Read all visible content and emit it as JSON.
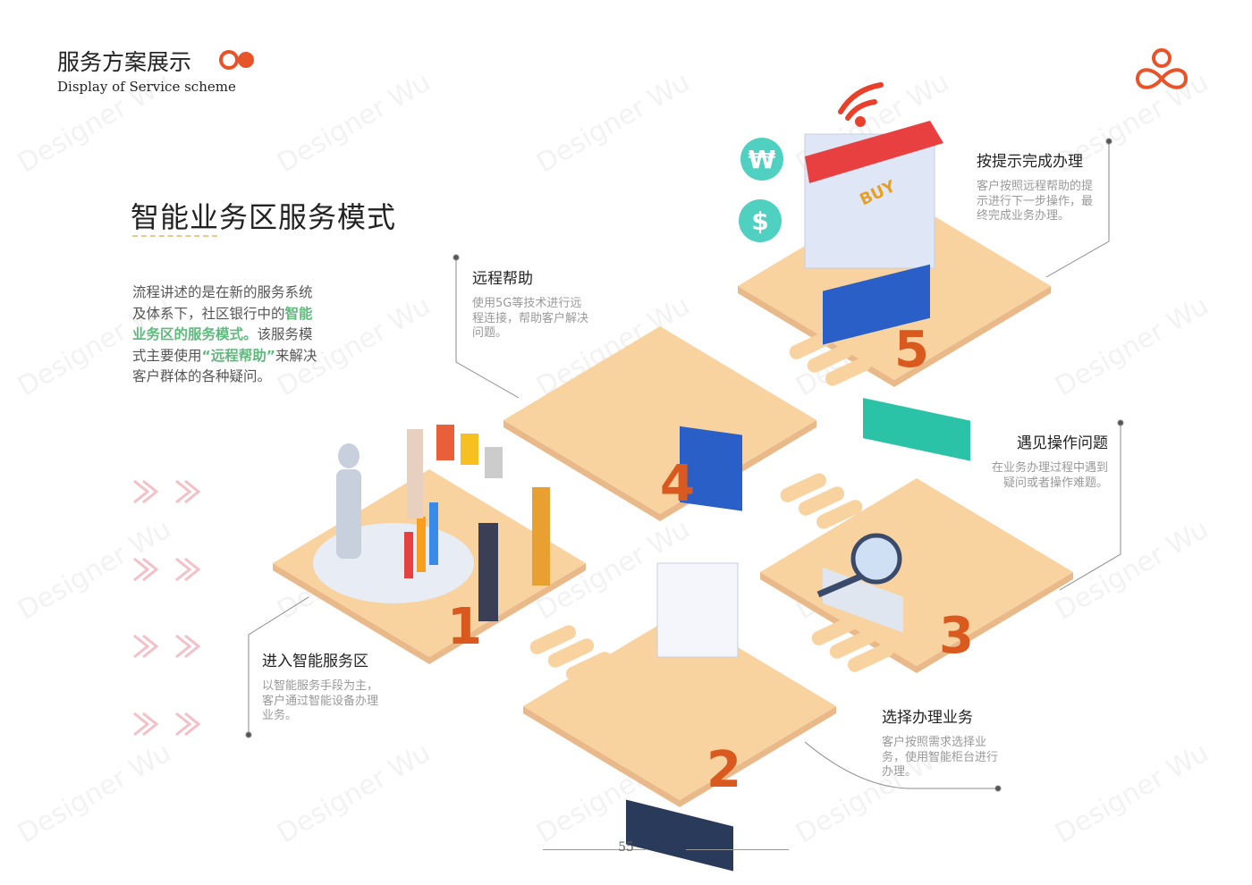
{
  "header": {
    "title_cn": "服务方案展示",
    "title_en": "Display of Service scheme"
  },
  "heading": "智能业务区服务模式",
  "intro": {
    "p1": "流程讲述的是在新的服务系统及体系下，社区银行中的",
    "h1": "智能业务区的服务模式。",
    "p2": "该服务模式主要使用",
    "h2": "“远程帮助”",
    "p3": "来解决客户群体的各种疑问。"
  },
  "steps": [
    {
      "num": "1",
      "title": "进入智能服务区",
      "desc": "以智能服务手段为主，客户通过智能设备办理业务。"
    },
    {
      "num": "2",
      "title": "选择办理业务",
      "desc": "客户按照需求选择业务，使用智能柜台进行办理。"
    },
    {
      "num": "3",
      "title": "遇见操作问题",
      "desc": "在业务办理过程中遇到疑问或者操作难题。"
    },
    {
      "num": "4",
      "title": "远程帮助",
      "desc": "使用5G等技术进行远程连接，帮助客户解决问题。"
    },
    {
      "num": "5",
      "title": "按提示完成办理",
      "desc": "客户按照远程帮助的提示进行下一步操作，最终完成业务办理。"
    }
  ],
  "illustration": {
    "buy_sign": "BUY",
    "currency_won": "₩",
    "currency_dollar": "$"
  },
  "watermark": "Designer Wu",
  "page_number": "55",
  "colors": {
    "accent": "#e8532a",
    "green": "#5fba7d",
    "platform": "#f8d3a0",
    "number": "#d9591f"
  }
}
